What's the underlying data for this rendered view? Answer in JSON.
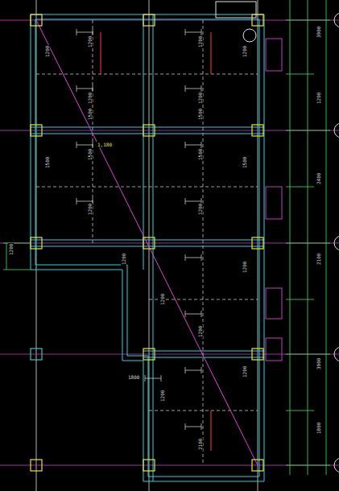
{
  "diagram": {
    "labels": [
      "1200",
      "1200",
      "1200",
      "1200",
      "1200",
      "1200",
      "1500",
      "1500",
      "1500",
      "1500",
      "1200",
      "1200",
      "1500",
      "1500",
      "1200",
      "1200",
      "1,180",
      "1200",
      "2100",
      "1200",
      "1200",
      "1200",
      "1800",
      "3900",
      "1200",
      "2400",
      "2100",
      "3900",
      "1800",
      "1200"
    ]
  }
}
